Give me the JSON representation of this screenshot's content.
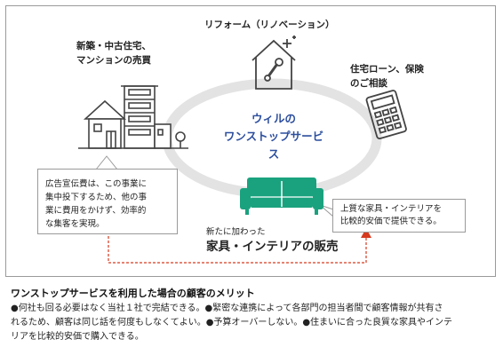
{
  "labels": {
    "left_line1": "新築・中古住宅、",
    "left_line2": "マンションの売買",
    "top": "リフォーム（リノベーション）",
    "right_line1": "住宅ローン、保険",
    "right_line2": "のご相談",
    "furniture_small": "新たに加わった",
    "furniture_big": "家具・インテリアの販売"
  },
  "center": {
    "line1": "ウィルの",
    "line2": "ワンストップサービス"
  },
  "callout_left": {
    "lines": [
      "広告宣伝費は、この事業に",
      "集中投下するため、他の事",
      "業に費用をかけず、効率的",
      "な集客を実現。"
    ]
  },
  "callout_right": {
    "lines": [
      "上質な家具・インテリアを",
      "比較的安価で提供できる。"
    ]
  },
  "footer": {
    "title": "ワンストップサービスを利用した場合の顧客のメリット",
    "lines": [
      "●何社も回る必要はなく当社１社で完結できる。●緊密な連携によって各部門の担当者間で顧客情報が共有さ",
      "れるため、顧客は同じ話を何度もしなくてよい。●予算オーバーしない。●住まいに合った良質な家具やインテ",
      "リアを比較的安価で購入できる。"
    ]
  },
  "colors": {
    "ring": "#e3e3e3",
    "sofa": "#1aa27e",
    "center_text": "#2d4f9e",
    "arrow": "#d63a1e",
    "icon_stroke": "#444444"
  }
}
